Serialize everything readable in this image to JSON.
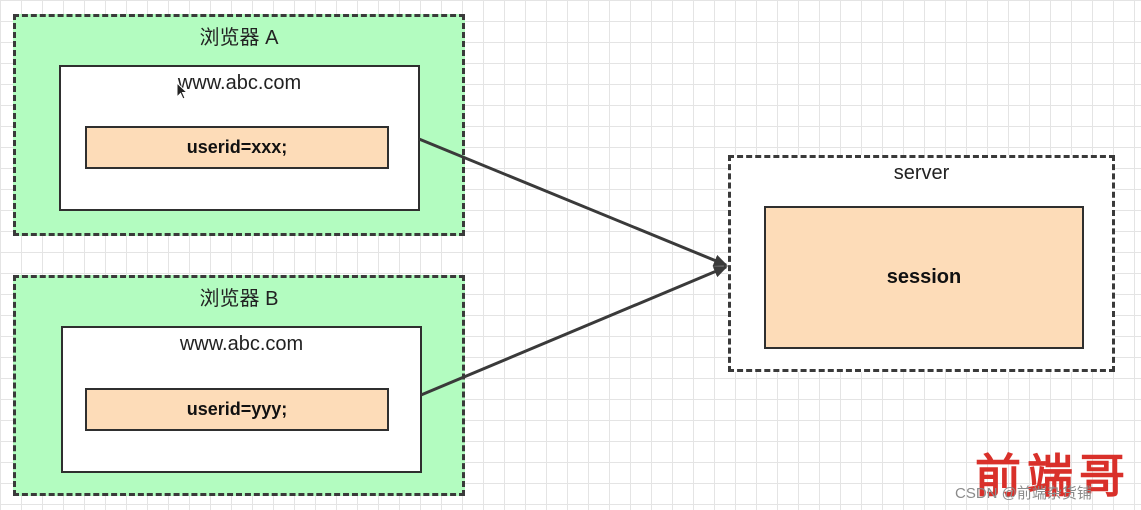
{
  "browsers": [
    {
      "title": "浏览器 A",
      "page_url": "www.abc.com",
      "cookie": "userid=xxx;"
    },
    {
      "title": "浏览器 B",
      "page_url": "www.abc.com",
      "cookie": "userid=yyy;"
    }
  ],
  "server": {
    "title": "server",
    "session_label": "session"
  },
  "watermark": {
    "logo": "前端哥",
    "text": "CSDN @前端杂货铺"
  },
  "colors": {
    "browser_fill": "#b3fcc0",
    "cookie_fill": "#fddcb8",
    "border": "#3a3a3a",
    "watermark_red": "#d9302a"
  }
}
